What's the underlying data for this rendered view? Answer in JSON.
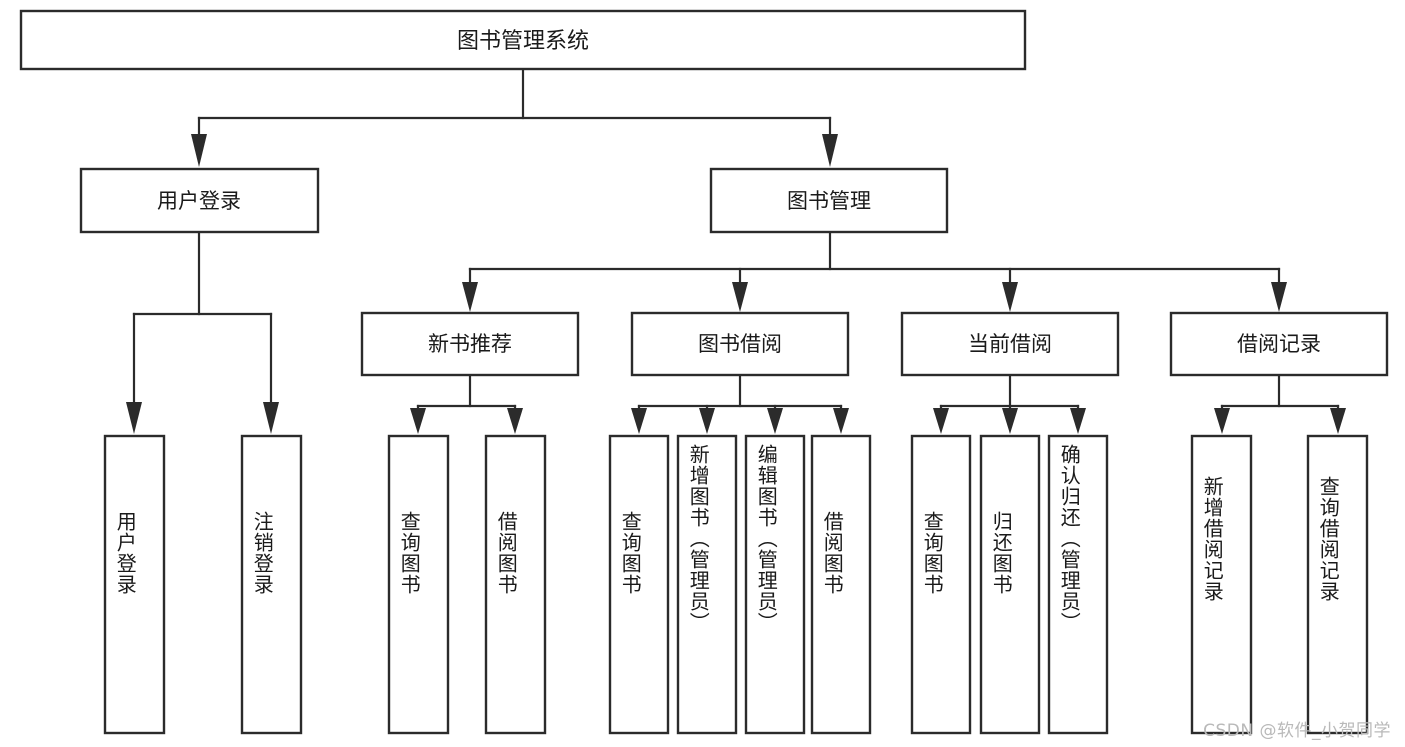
{
  "diagram": {
    "title": "图书管理系统",
    "watermark": "CSDN @软件_小贺同学",
    "colors": {
      "stroke": "#2b2b2b",
      "box_fill": "#ffffff",
      "text": "#1a1a1a",
      "background": "#ffffff",
      "watermark": "#b9b9b9"
    },
    "root": {
      "label": "图书管理系统"
    },
    "level2": [
      {
        "label": "用户登录"
      },
      {
        "label": "图书管理"
      }
    ],
    "level3": [
      {
        "label": "新书推荐"
      },
      {
        "label": "图书借阅"
      },
      {
        "label": "当前借阅"
      },
      {
        "label": "借阅记录"
      }
    ],
    "leaves": {
      "user_login": [
        {
          "label": "用户登录"
        },
        {
          "label": "注销登录"
        }
      ],
      "new_book": [
        {
          "label": "查询图书"
        },
        {
          "label": "借阅图书"
        }
      ],
      "book_borrow": [
        {
          "label": "查询图书"
        },
        {
          "label": "新增图书（管理员）"
        },
        {
          "label": "编辑图书（管理员）"
        },
        {
          "label": "借阅图书"
        }
      ],
      "current_borrow": [
        {
          "label": "查询图书"
        },
        {
          "label": "归还图书"
        },
        {
          "label": "确认归还（管理员）"
        }
      ],
      "borrow_record": [
        {
          "label": "新增借阅记录"
        },
        {
          "label": "查询借阅记录"
        }
      ]
    }
  }
}
